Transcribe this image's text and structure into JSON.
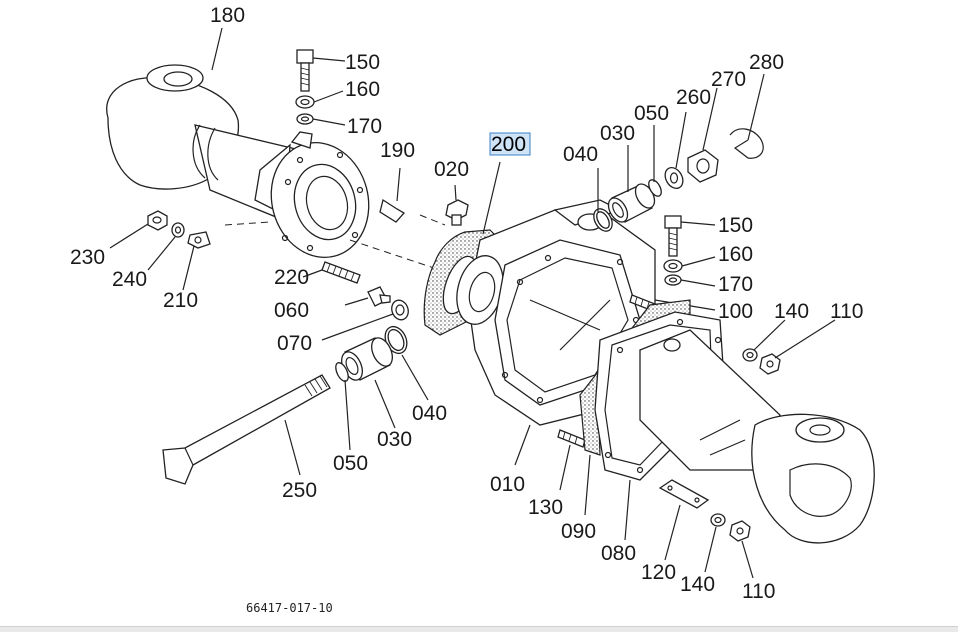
{
  "diagram": {
    "document_id": "66417-017-10",
    "highlighted_part": "200",
    "labels": {
      "p180": "180",
      "p150a": "150",
      "p160a": "160",
      "p170a": "170",
      "p190": "190",
      "p200": "200",
      "p020": "020",
      "p040a": "040",
      "p030a": "030",
      "p050a": "050",
      "p260": "260",
      "p270": "270",
      "p280": "280",
      "p150b": "150",
      "p160b": "160",
      "p170b": "170",
      "p100": "100",
      "p140a": "140",
      "p110a": "110",
      "p230": "230",
      "p240": "240",
      "p210": "210",
      "p220": "220",
      "p060": "060",
      "p070": "070",
      "p040b": "040",
      "p030b": "030",
      "p050b": "050",
      "p250": "250",
      "p010": "010",
      "p130": "130",
      "p090": "090",
      "p080": "080",
      "p120": "120",
      "p140b": "140",
      "p110b": "110"
    }
  }
}
